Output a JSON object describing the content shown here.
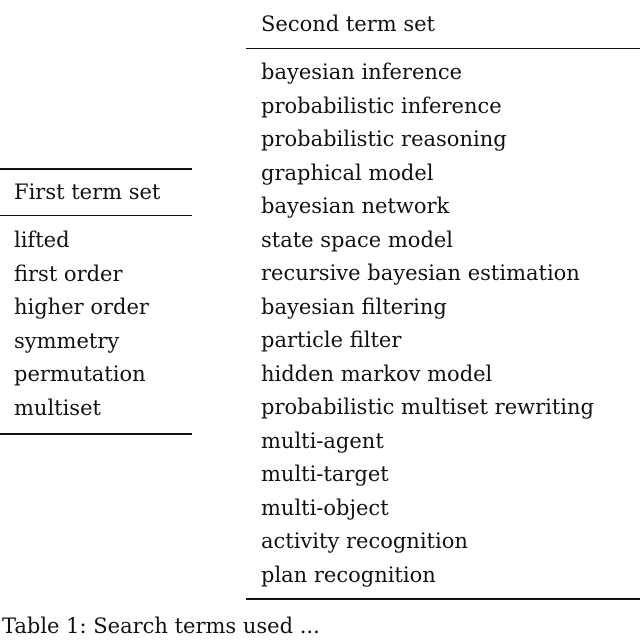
{
  "first_table": {
    "header": "First term set",
    "rows": [
      "lifted",
      "first order",
      "higher order",
      "symmetry",
      "permutation",
      "multiset"
    ]
  },
  "second_table": {
    "header": "Second term set",
    "rows": [
      "bayesian inference",
      "probabilistic inference",
      "probabilistic reasoning",
      "graphical model",
      "bayesian network",
      "state space model",
      "recursive bayesian estimation",
      "bayesian filtering",
      "particle filter",
      "hidden markov model",
      "probabilistic multiset rewriting",
      "multi-agent",
      "multi-target",
      "multi-object",
      "activity recognition",
      "plan recognition"
    ]
  },
  "caption": "Table 1: Search terms used ..."
}
